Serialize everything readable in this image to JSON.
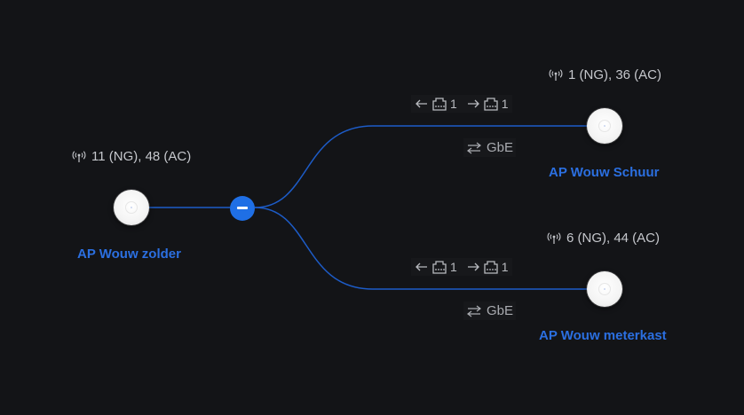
{
  "colors": {
    "background": "#131417",
    "accent": "#2b6fe0",
    "link_line": "#1d5cc8",
    "device_body": "#f4f4f4"
  },
  "nodes": [
    {
      "id": "zolder",
      "name": "AP Wouw zolder",
      "channels": "11 (NG), 48 (AC)",
      "icon": "wifi-antenna-icon"
    },
    {
      "id": "schuur",
      "name": "AP Wouw Schuur",
      "channels": "1 (NG), 36 (AC)",
      "icon": "wifi-antenna-icon"
    },
    {
      "id": "meterkast",
      "name": "AP Wouw meterkast",
      "channels": "6 (NG), 44 (AC)",
      "icon": "wifi-antenna-icon"
    }
  ],
  "links": [
    {
      "to": "schuur",
      "port_in": "1",
      "port_out": "1",
      "speed": "GbE",
      "icons": [
        "arrow-left-icon",
        "ethernet-port-icon",
        "arrow-right-icon",
        "ethernet-port-icon",
        "swap-arrows-icon"
      ]
    },
    {
      "to": "meterkast",
      "port_in": "1",
      "port_out": "1",
      "speed": "GbE",
      "icons": [
        "arrow-left-icon",
        "ethernet-port-icon",
        "arrow-right-icon",
        "ethernet-port-icon",
        "swap-arrows-icon"
      ]
    }
  ],
  "controls": {
    "collapse_icon": "minus-icon"
  }
}
